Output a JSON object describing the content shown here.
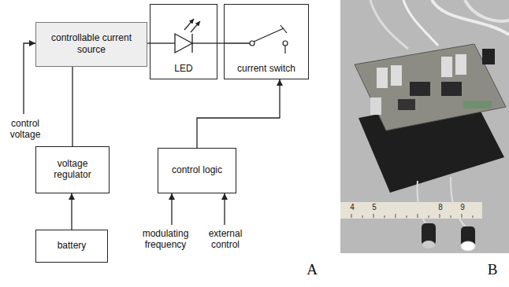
{
  "diagram": {
    "nodes": [
      {
        "text": [
          "controllable current source"
        ]
      },
      {
        "text": [
          "LED"
        ]
      },
      {
        "text": [
          "current switch"
        ]
      },
      {
        "text": [
          "voltage regulator"
        ]
      },
      {
        "text": [
          "control logic"
        ]
      },
      {
        "text": [
          "battery"
        ]
      }
    ],
    "edges": [
      {
        "from": 0,
        "to": 1,
        "arrow": "none"
      },
      {
        "from": 1,
        "to": 2,
        "arrow": "none"
      },
      {
        "from": 3,
        "to": 0,
        "arrow": "none"
      },
      {
        "from": 5,
        "to": 3,
        "arrow": "to"
      },
      {
        "from": 4,
        "to": 2,
        "arrow": "to"
      }
    ],
    "labels": [
      "control voltage",
      "modulating frequency",
      "external control",
      "A",
      "4",
      "5",
      "8",
      "9",
      "B"
    ]
  }
}
